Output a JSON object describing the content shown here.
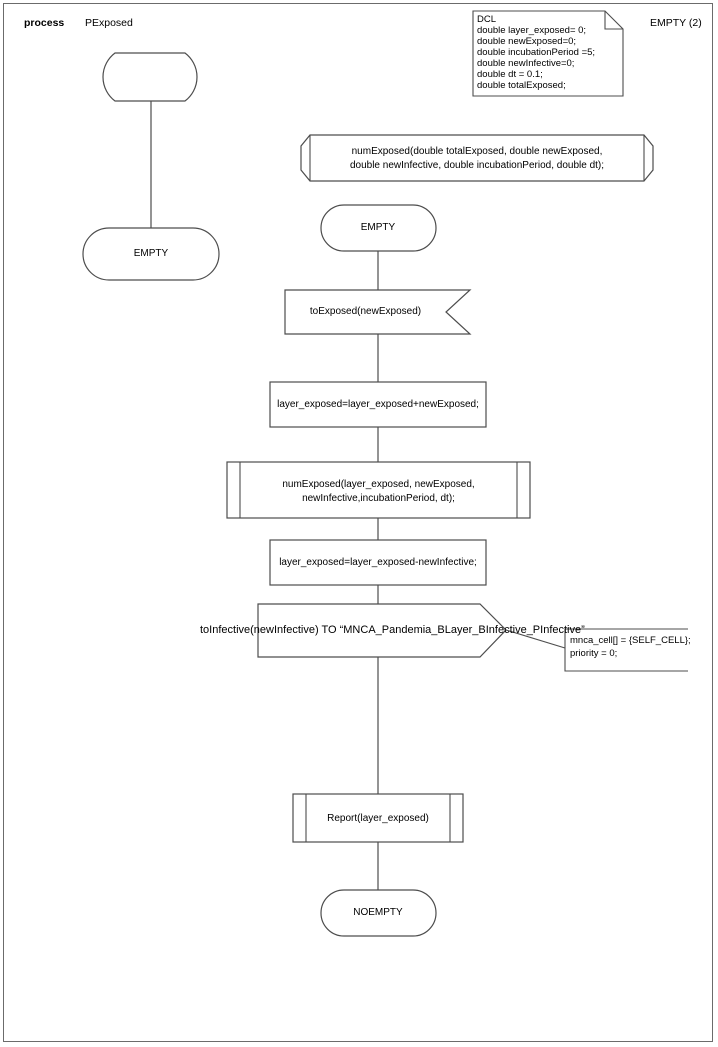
{
  "diagram": {
    "type": "sdl-process-diagram",
    "header": {
      "keyword": "process",
      "name": "PExposed",
      "page_label": "EMPTY (2)"
    },
    "declaration_block": {
      "name": "dcl-text-symbol",
      "lines": [
        "DCL",
        "double layer_exposed= 0;",
        "double newExposed=0;",
        "double incubationPeriod =5;",
        "double newInfective=0;",
        "double dt = 0.1;",
        "double totalExposed;"
      ]
    },
    "left_branch": {
      "start_symbol_label": "",
      "state_label": "EMPTY"
    },
    "main_branch": {
      "procedure_decl": {
        "line1": "numExposed(double totalExposed, double newExposed,",
        "line2": "double newInfective, double incubationPeriod, double dt);"
      },
      "state_start": "EMPTY",
      "input_signal": "toExposed(newExposed)",
      "task1": "layer_exposed=layer_exposed+newExposed;",
      "procedure_call1": {
        "line1": "numExposed(layer_exposed, newExposed,",
        "line2": "newInfective,incubationPeriod, dt);"
      },
      "task2": "layer_exposed=layer_exposed-newInfective;",
      "output_signal": "toInfective(newInfective) TO “MNCA_Pandemia_BLayer_BInfective_PInfective”",
      "comment": {
        "line1": "mnca_cell[] = {SELF_CELL};",
        "line2": "priority = 0;"
      },
      "procedure_call2": "Report(layer_exposed)",
      "state_end": "NOEMPTY"
    },
    "colors": {
      "stroke": "#4d4d4d",
      "border": "#6b6b6b",
      "text": "#000000",
      "background": "#ffffff"
    }
  }
}
